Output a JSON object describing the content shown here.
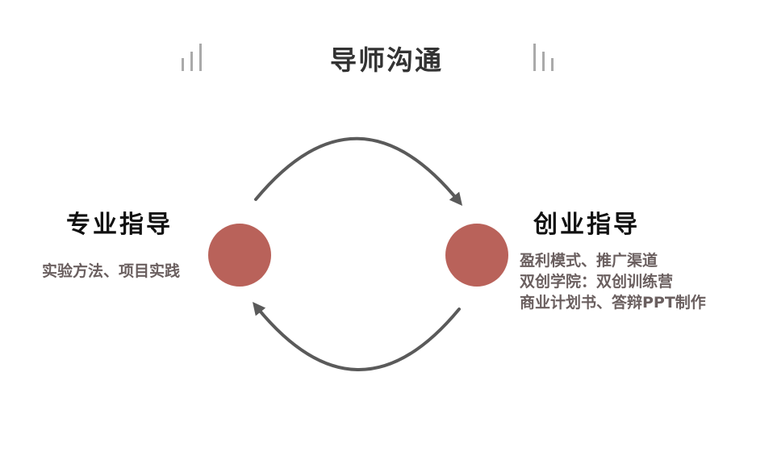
{
  "title": "导师沟通",
  "left_node": {
    "heading": "专业指导",
    "lines": [
      "实验方法、项目实践"
    ]
  },
  "right_node": {
    "heading": "创业指导",
    "lines": [
      "盈利模式、推广渠道",
      "双创学院：双创训练营",
      "商业计划书、答辩PPT制作"
    ]
  },
  "colors": {
    "node": "#b9625a",
    "arrow": "#5a5a5a",
    "deco": "#aaaaaa",
    "title": "#333333",
    "desc": "#6a5f5f"
  }
}
